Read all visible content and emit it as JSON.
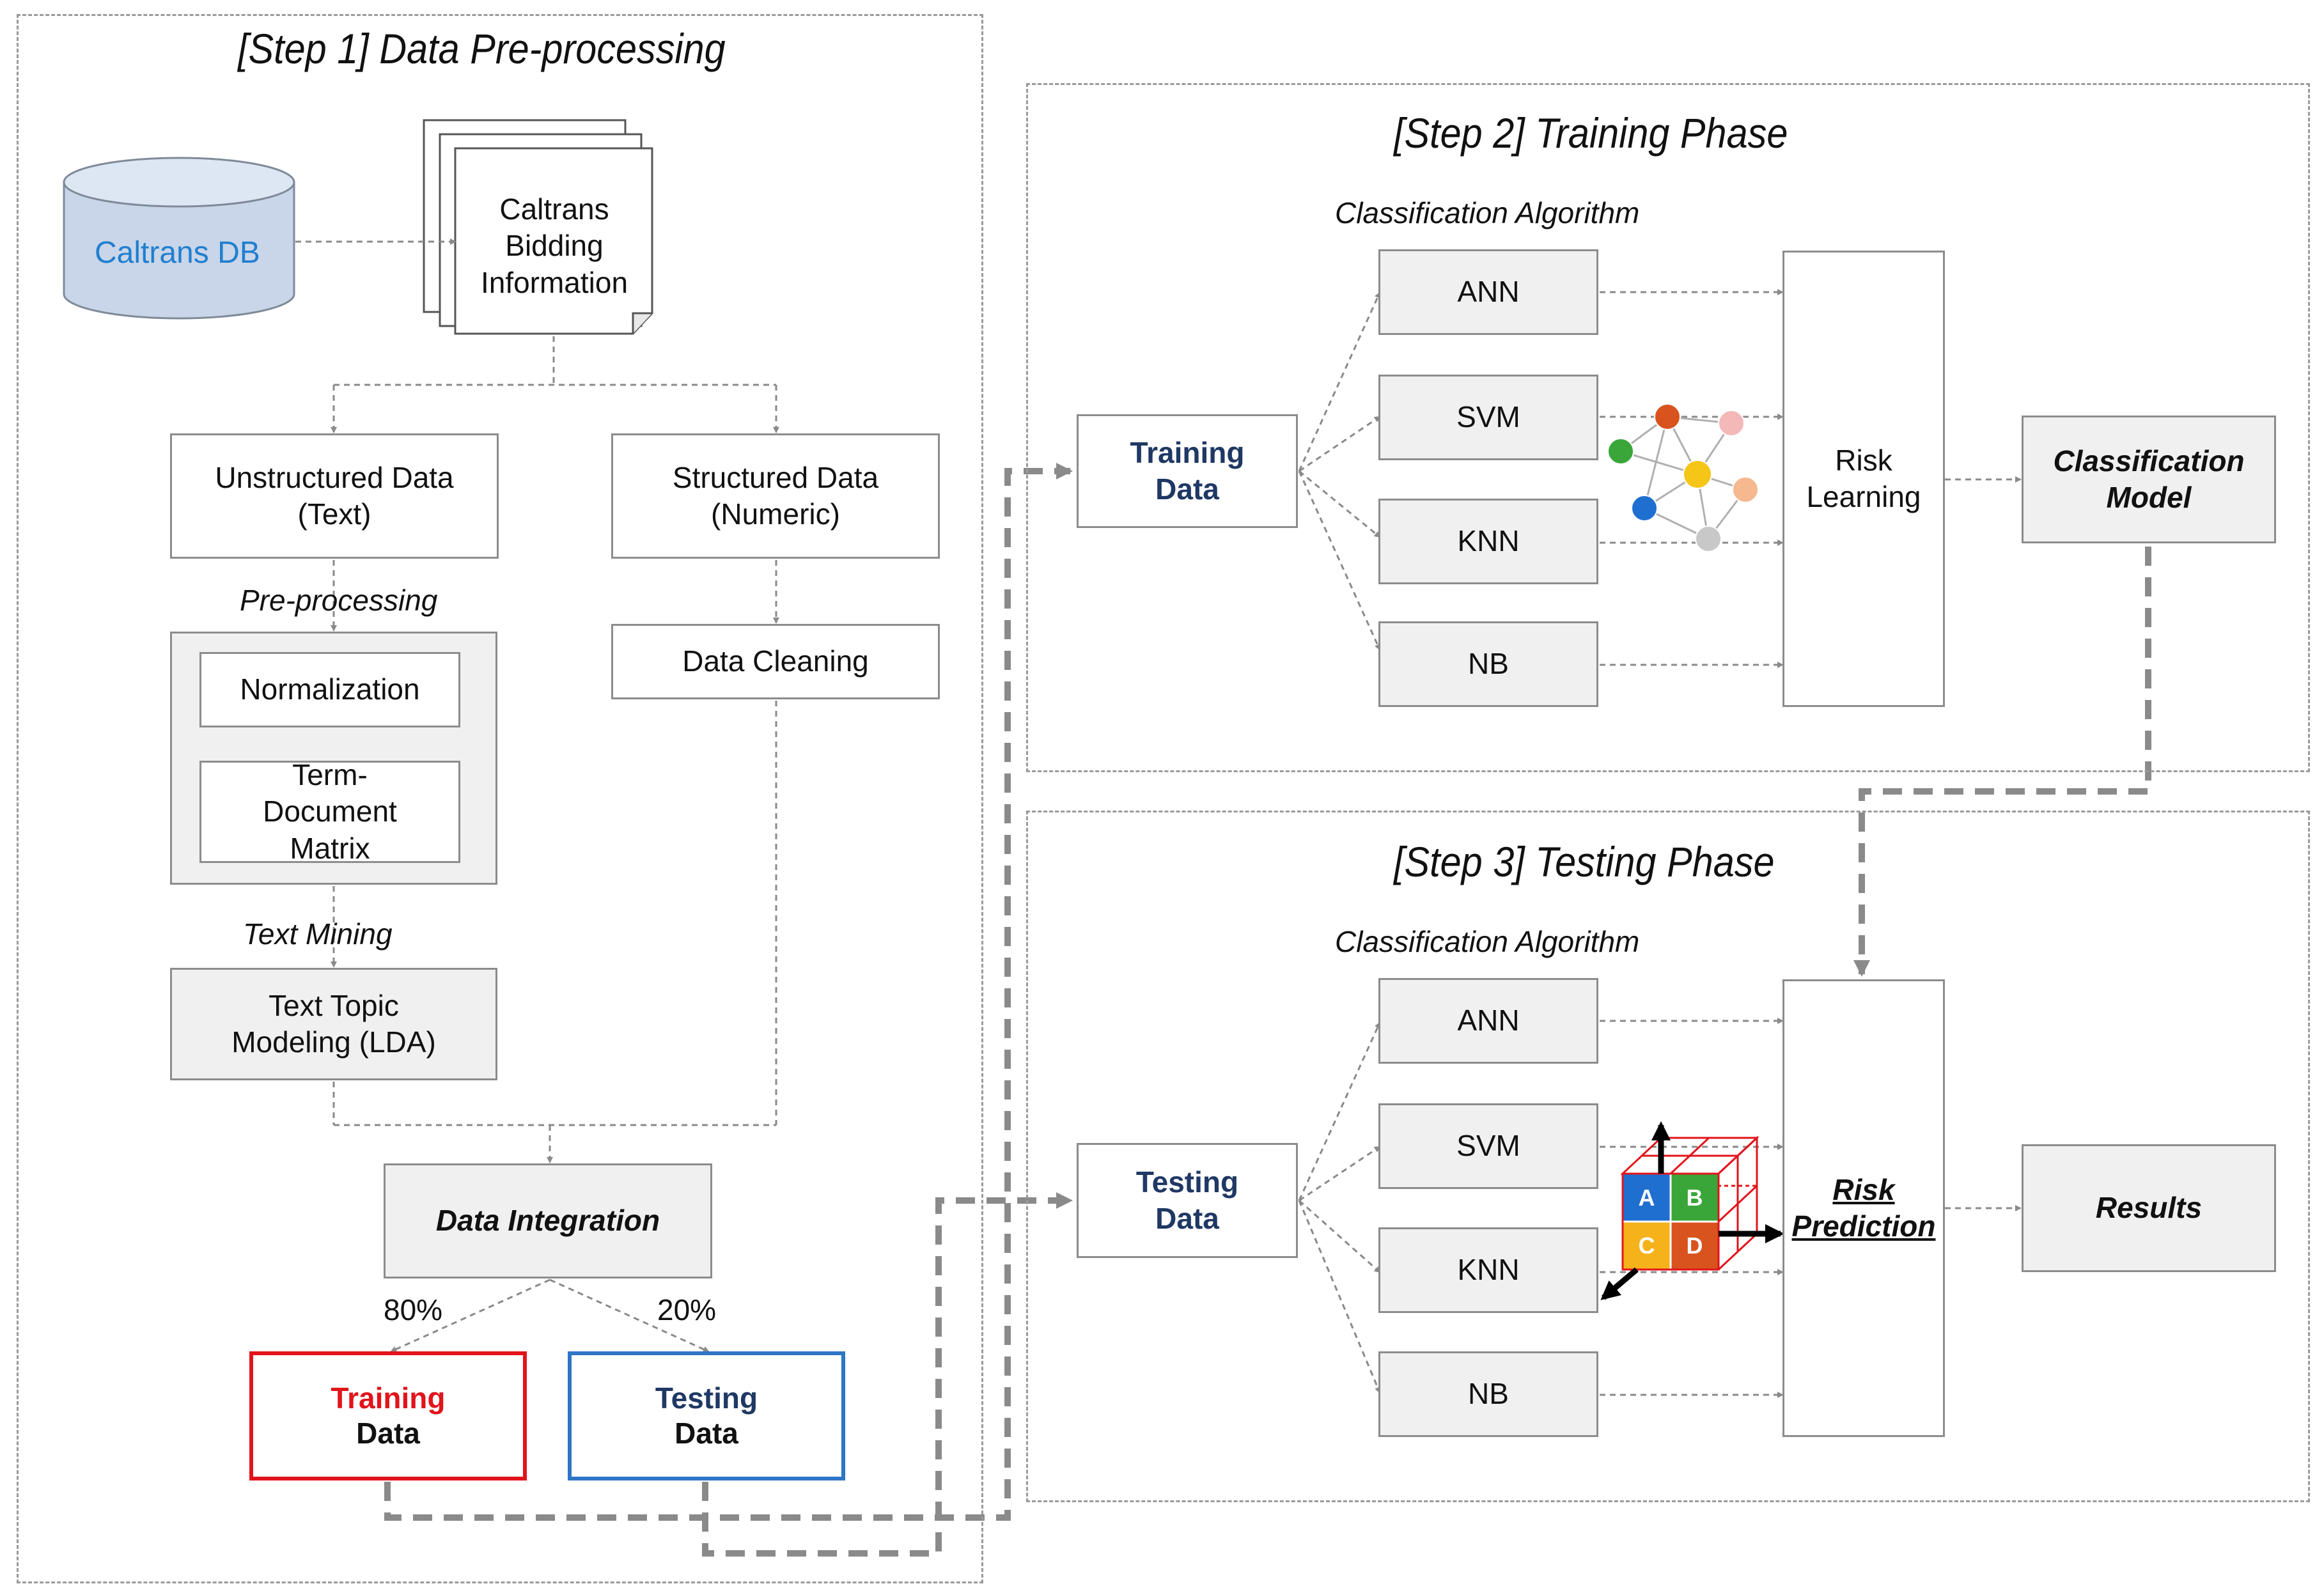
{
  "step1": {
    "title": "[Step 1] Data Pre-processing",
    "db_label": "Caltrans DB",
    "doc_label": "Caltrans Bidding Information",
    "unstructured": "Unstructured Data (Text)",
    "structured": "Structured Data (Numeric)",
    "preprocessing_label": "Pre-processing",
    "normalization": "Normalization",
    "term_doc": "Term-Document Matrix",
    "data_cleaning": "Data Cleaning",
    "text_mining_label": "Text Mining",
    "topic_modeling": "Text Topic Modeling (LDA)",
    "data_integration": "Data Integration",
    "split_train": "80%",
    "split_test": "20%",
    "training_word1": "Training",
    "training_word2": "Data",
    "testing_word1": "Testing",
    "testing_word2": "Data"
  },
  "step2": {
    "title": "[Step 2] Training Phase",
    "algo_label": "Classification Algorithm",
    "input": "Training Data",
    "algorithms": [
      "ANN",
      "SVM",
      "KNN",
      "NB"
    ],
    "process": "Risk Learning",
    "output": "Classification Model"
  },
  "step3": {
    "title": "[Step 3] Testing Phase",
    "algo_label": "Classification Algorithm",
    "input": "Testing Data",
    "algorithms": [
      "ANN",
      "SVM",
      "KNN",
      "NB"
    ],
    "process": "Risk Prediction",
    "output": "Results",
    "cube_labels": [
      "A",
      "B",
      "C",
      "D"
    ]
  },
  "colors": {
    "db_text": "#1f7fd0",
    "navy": "#1f3864",
    "red": "#e2141b",
    "blue_border": "#2e75c6",
    "dashed": "#8a8a8a",
    "node_orange": "#d9531e",
    "node_green": "#3aa63a",
    "node_yellow": "#f5c518",
    "node_blue": "#1f6fd0",
    "node_pink": "#f4b8b8",
    "node_peach": "#f5b88f",
    "node_gray": "#c8c8c8"
  }
}
